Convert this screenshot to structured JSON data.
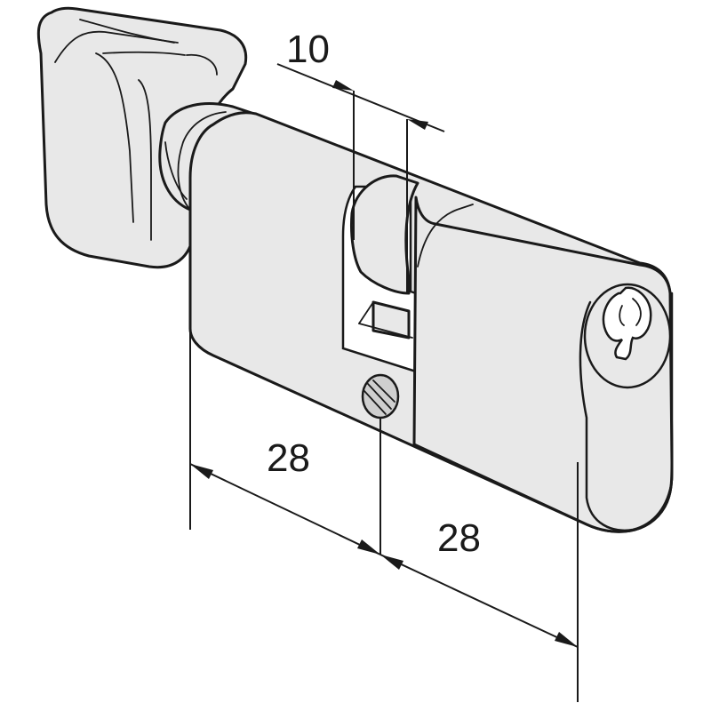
{
  "dimensions": {
    "cam_width": "10",
    "left_length": "28",
    "right_length": "28"
  },
  "colors": {
    "metal": "#e8e8e8",
    "line": "#1a1a1a",
    "background": "#ffffff"
  }
}
